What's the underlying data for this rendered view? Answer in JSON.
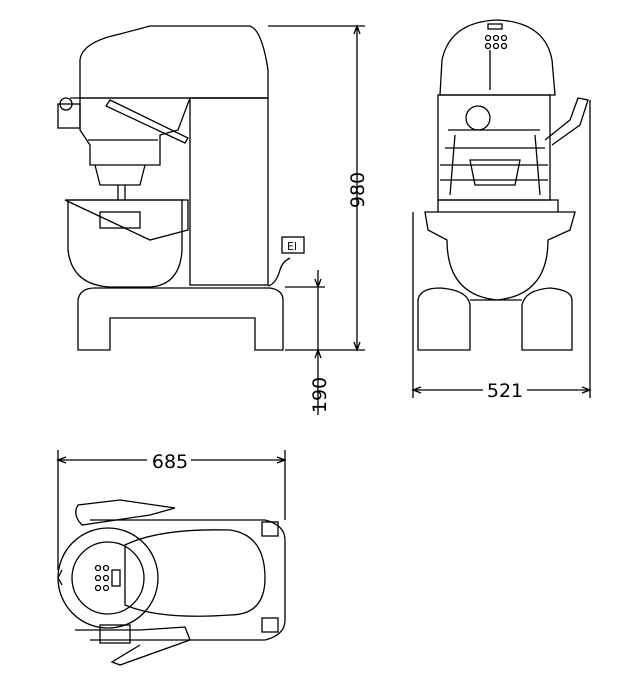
{
  "dimensions": {
    "height_total": "980",
    "base_height": "190",
    "width_front": "521",
    "depth_top": "685"
  },
  "labels": {
    "electrical": "El"
  }
}
